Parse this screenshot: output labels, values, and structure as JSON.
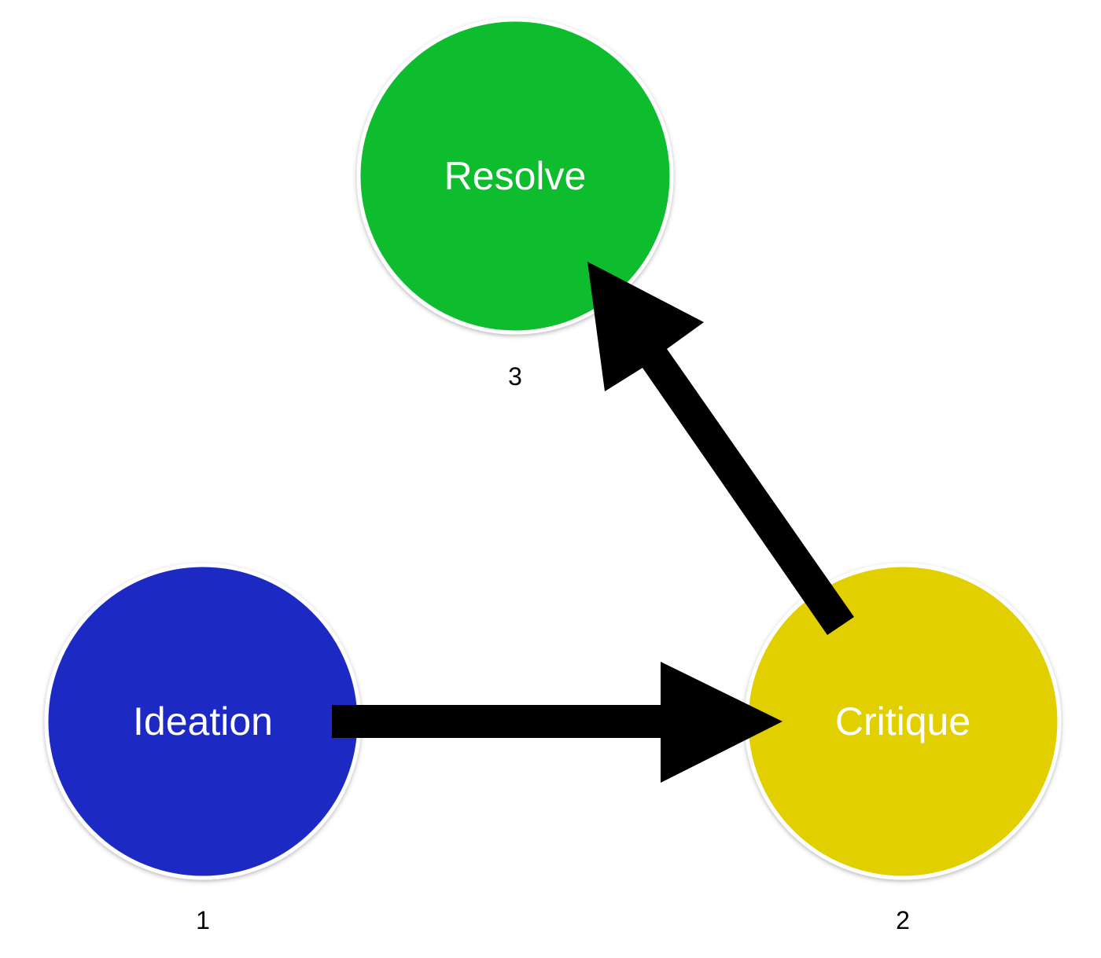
{
  "nodes": {
    "ideation": {
      "label": "Ideation",
      "number": "1",
      "color": "#1f29c3"
    },
    "critique": {
      "label": "Critique",
      "number": "2",
      "color": "#e2cf04"
    },
    "resolve": {
      "label": "Resolve",
      "number": "3",
      "color": "#07bd2f"
    }
  },
  "edges": [
    {
      "from": "Ideation",
      "to": "Critique"
    },
    {
      "from": "Critique",
      "to": "Resolve"
    }
  ],
  "colors": {
    "arrow": "#000000",
    "node_border": "#ffffff",
    "background": "#ffffff"
  }
}
